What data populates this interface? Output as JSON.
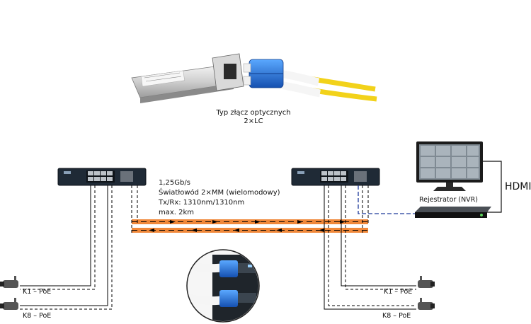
{
  "sfp_caption": {
    "line1": "Typ złącz optycznych",
    "line2": "2×LC"
  },
  "fiber_specs": {
    "line1": "1,25Gb/s",
    "line2": "Światłowód 2×MM (wielomodowy)",
    "line3": "Tx/Rx: 1310nm/1310nm",
    "line4": "max. 2km"
  },
  "cameras": {
    "left_top": "K1 – PoE",
    "left_bottom": "K8 – PoE",
    "right_top": "K1 – PoE",
    "right_bottom": "K8 – PoE"
  },
  "nvr_label": "Rejestrator (NVR)",
  "hdmi_label": "HDMI",
  "colors": {
    "fiber": "#f0883a",
    "lan_blue": "#1e3a9a",
    "fiber_cable": "#f2d21a",
    "lc_connector": "#1f6fd1",
    "switch_body": "#1f2a36"
  }
}
